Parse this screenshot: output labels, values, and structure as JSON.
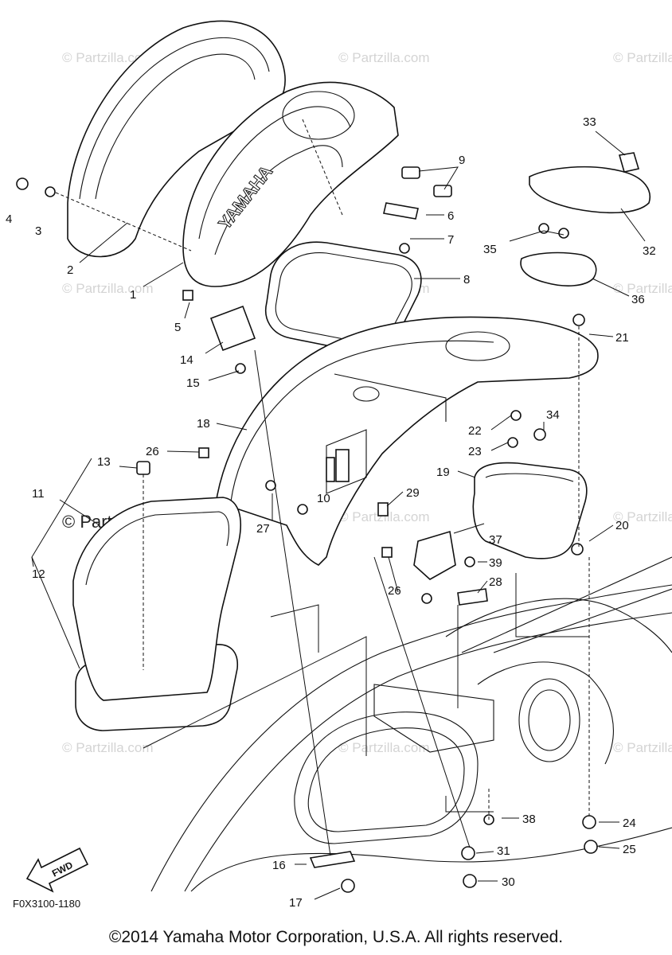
{
  "watermark_text": "© Partzilla.com",
  "watermark_strong_text": "© Partzilla.com",
  "brand_on_hood": "YAMAHA",
  "fwd_label": "FWD",
  "diagram_code": "F0X3100-1180",
  "copyright": "©2014 Yamaha Motor Corporation, U.S.A. All rights reserved.",
  "callouts": [
    "1",
    "2",
    "3",
    "4",
    "5",
    "6",
    "7",
    "8",
    "9",
    "10",
    "11",
    "12",
    "13",
    "14",
    "15",
    "16",
    "17",
    "18",
    "19",
    "20",
    "21",
    "22",
    "23",
    "24",
    "25",
    "26",
    "26",
    "27",
    "28",
    "29",
    "30",
    "31",
    "32",
    "33",
    "34",
    "35",
    "36",
    "37",
    "38",
    "39"
  ]
}
